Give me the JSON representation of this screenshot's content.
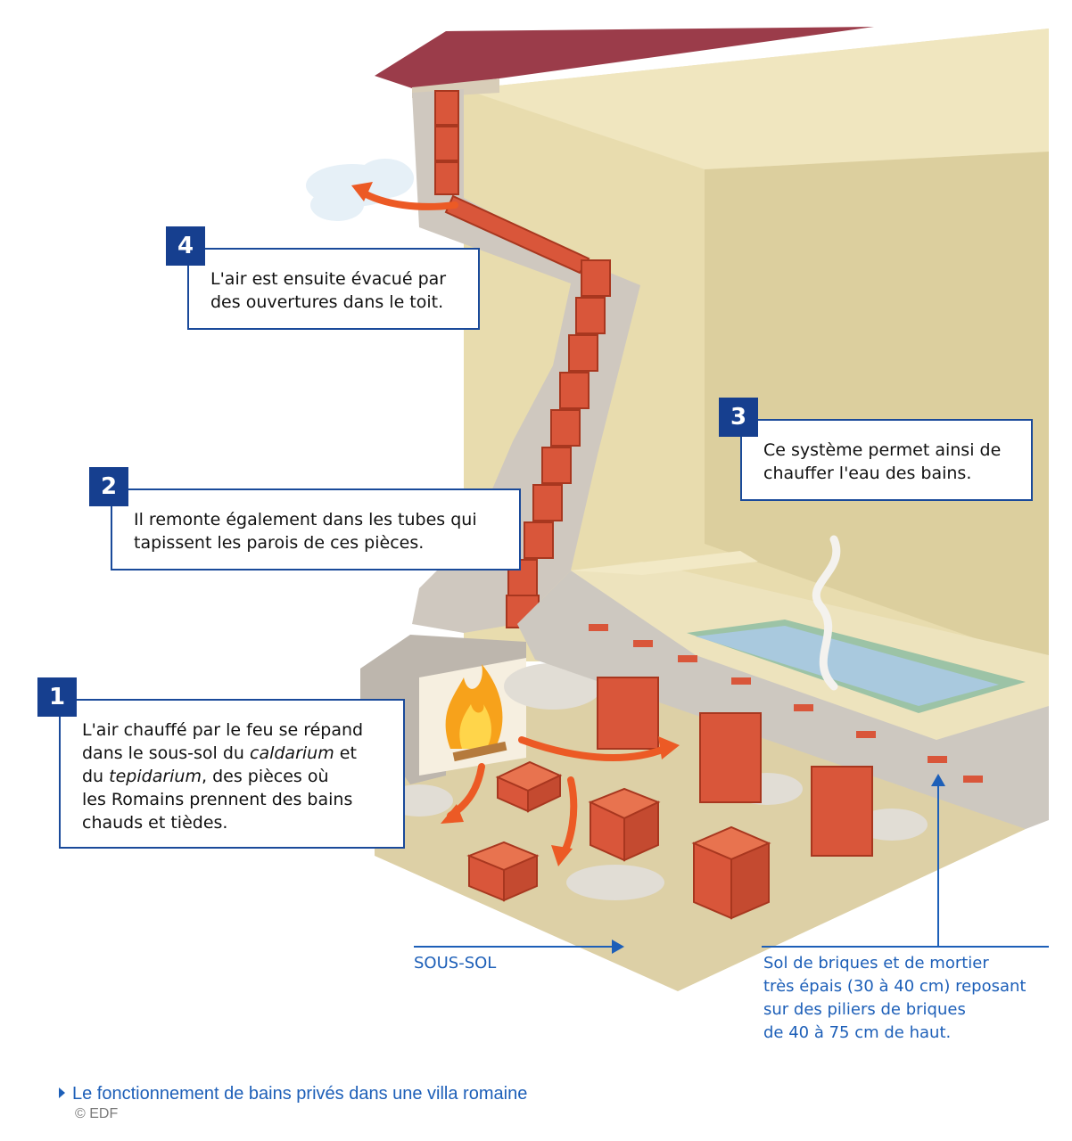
{
  "callouts": [
    {
      "num": "1",
      "lines": [
        "L'air chauffé par le feu se répand",
        "dans le sous-sol du caldarium et",
        "du tepidarium, des pièces où",
        "les Romains prennent des bains",
        "chauds et tièdes."
      ]
    },
    {
      "num": "2",
      "lines": [
        "Il remonte également dans les tubes qui",
        "tapissent les parois de ces pièces."
      ]
    },
    {
      "num": "3",
      "lines": [
        "Ce système permet ainsi de",
        "chauffer l'eau des bains."
      ]
    },
    {
      "num": "4",
      "lines": [
        "L'air est ensuite évacué par",
        "des ouvertures dans le toit."
      ]
    }
  ],
  "labels": {
    "basement": "SOUS-SOL",
    "floor_note": [
      "Sol de briques et de mortier",
      "très épais (30 à 40 cm) reposant",
      "sur des piliers de briques",
      "de 40 à 75 cm de haut."
    ]
  },
  "caption": "Le fonctionnement de bains privés dans une villa romaine",
  "credit": "© EDF",
  "colors": {
    "accent": "#163f8f",
    "label_blue": "#1d5fb8",
    "brick": "#d9563a",
    "wall": "#e8dcae",
    "ground": "#ddd0a6",
    "water": "#a9c9de",
    "roof": "#9b3c4a",
    "arrow": "#ec5a25"
  }
}
